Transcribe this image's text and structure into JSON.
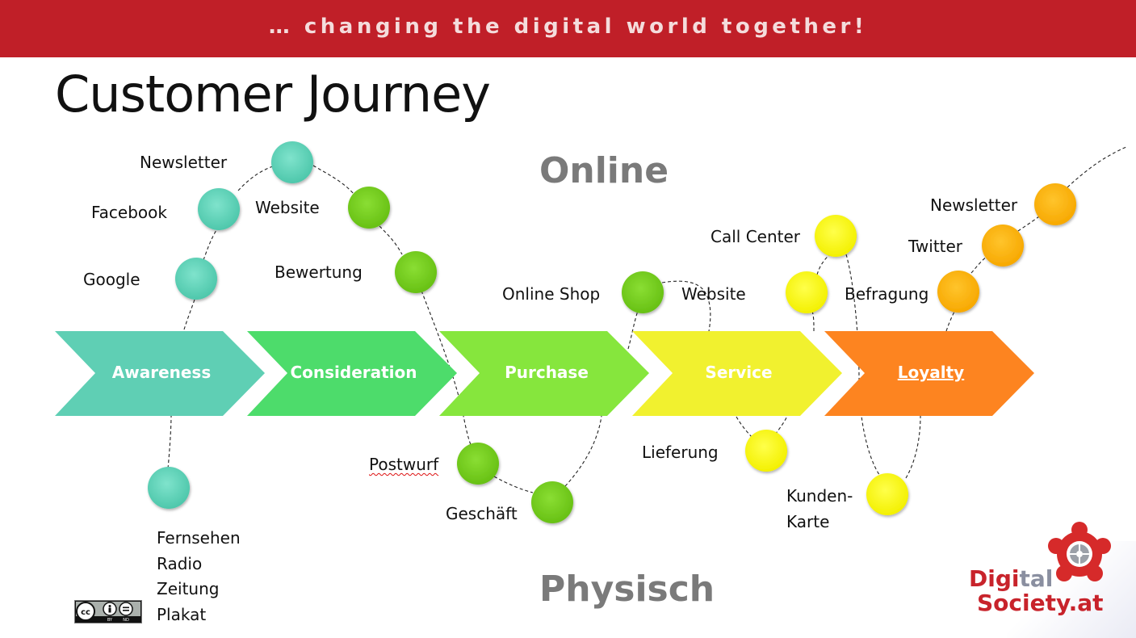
{
  "banner": {
    "text": "… changing the digital world together!"
  },
  "title": "Customer Journey",
  "regions": {
    "online": "Online",
    "physical": "Physisch"
  },
  "stages": [
    {
      "label": "Awareness",
      "color": "#5fcfb4"
    },
    {
      "label": "Consideration",
      "color": "#4ddc6b"
    },
    {
      "label": "Purchase",
      "color": "#86e63d"
    },
    {
      "label": "Service",
      "color": "#f1f12f"
    },
    {
      "label": "Loyalty",
      "color": "#fd8420"
    }
  ],
  "touchpoints": {
    "newsletter_1": "Newsletter",
    "facebook": "Facebook",
    "google": "Google",
    "website_1": "Website",
    "bewertung": "Bewertung",
    "online_shop": "Online Shop",
    "website_2": "Website",
    "call_center": "Call Center",
    "befragung": "Befragung",
    "twitter": "Twitter",
    "newsletter_2": "Newsletter",
    "postwurf": "Postwurf",
    "geschaeft": "Geschäft",
    "lieferung": "Lieferung",
    "kundenkarte_1": "Kunden-",
    "kundenkarte_2": "Karte",
    "fernsehen": "Fernsehen",
    "radio": "Radio",
    "zeitung": "Zeitung",
    "plakat": "Plakat"
  },
  "node_colors": {
    "teal": "#5dd3b8",
    "green": "#73cc1e",
    "yellow": "#fafa14",
    "orange": "#fdb407"
  },
  "banner_color": "#c01f28",
  "license": {
    "cc": "cc",
    "by": "BY",
    "nd": "ND"
  },
  "logo": {
    "word1_a": "Digi",
    "word1_b": "tal",
    "word2": "Society.at"
  }
}
